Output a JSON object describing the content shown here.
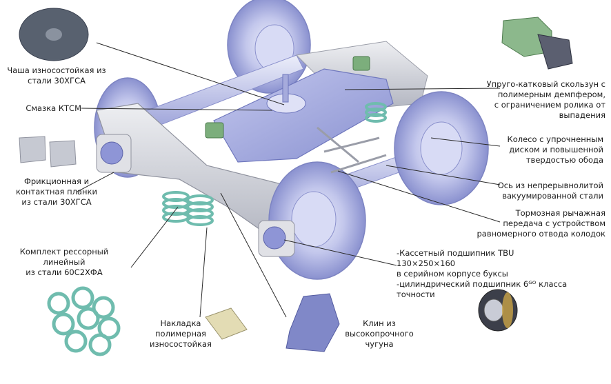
{
  "labels": {
    "wear_bowl": "Чаша износостойкая из\nстали 30ХГСА",
    "lubrication": "Смазка КТСМ",
    "friction_plates": "Фрикционная и\nконтактная планки\nиз стали 30ХГСА",
    "spring_set": "Комплект рессорный\nлинейный\nиз стали 60С2ХФА",
    "polymer_pad": "Накладка\nполимерная\nизносостойкая",
    "wedge": "Клин из\nвысокопрочного\nчугуна",
    "side_bearer": "Упруго-катковый скользун с\nполимерным демпфером,\nс ограничением ролика от\nвыпадения",
    "wheel": "Колесо с упрочненным\nдиском и повышенной\nтвердостью обода",
    "axle": "Ось из непрерывнолитой\nвакуумированной стали",
    "brake": "Тормозная рычажная\nпередача с устройством\nравномерного отвода колодок",
    "bearing": "-Кассетный подшипник TBU 130×250×160\n  в серийном корпусе буксы\n-цилиндрический подшипник 6ᴳᴼ класса\n  точности"
  },
  "colors": {
    "wheel": "#b9bde6",
    "wheel_dark": "#7f86c4",
    "frame": "#d4d6dc",
    "bolster": "#9ea4dc",
    "spring": "#7fc6b8",
    "leader": "#2a2a2a"
  }
}
